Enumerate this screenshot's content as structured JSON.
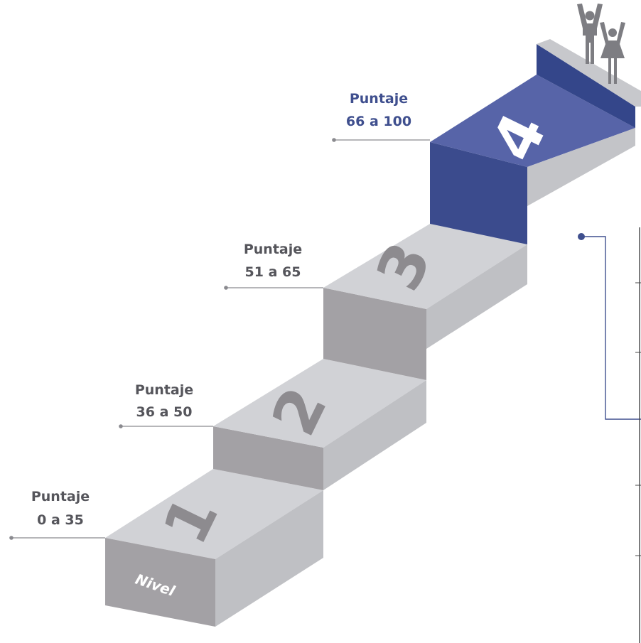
{
  "levels": [
    {
      "number": "1",
      "score_title": "Puntaje",
      "score_range": "0 a 35"
    },
    {
      "number": "2",
      "score_title": "Puntaje",
      "score_range": "36 a 50"
    },
    {
      "number": "3",
      "score_title": "Puntaje",
      "score_range": "51 a 65"
    },
    {
      "number": "4",
      "score_title": "Puntaje",
      "score_range": "66 a 100"
    }
  ],
  "level_word": "Nivel",
  "colors": {
    "top_face": "#d1d2d6",
    "riser_face": "#a3a1a5",
    "edge_face": "#c3c4c8",
    "accent_top": "#5764a8",
    "accent_riser": "#3b4b8d",
    "accent_back": "#34468a",
    "number_gray": "#8d8b8f",
    "label_gray": "#55555b",
    "label_blue": "#3f4f8e",
    "line_gray": "#8a8a8f",
    "figure_gray": "#7d7d82"
  },
  "icons": [
    "man-raising-arms-icon",
    "woman-raising-arms-icon"
  ]
}
